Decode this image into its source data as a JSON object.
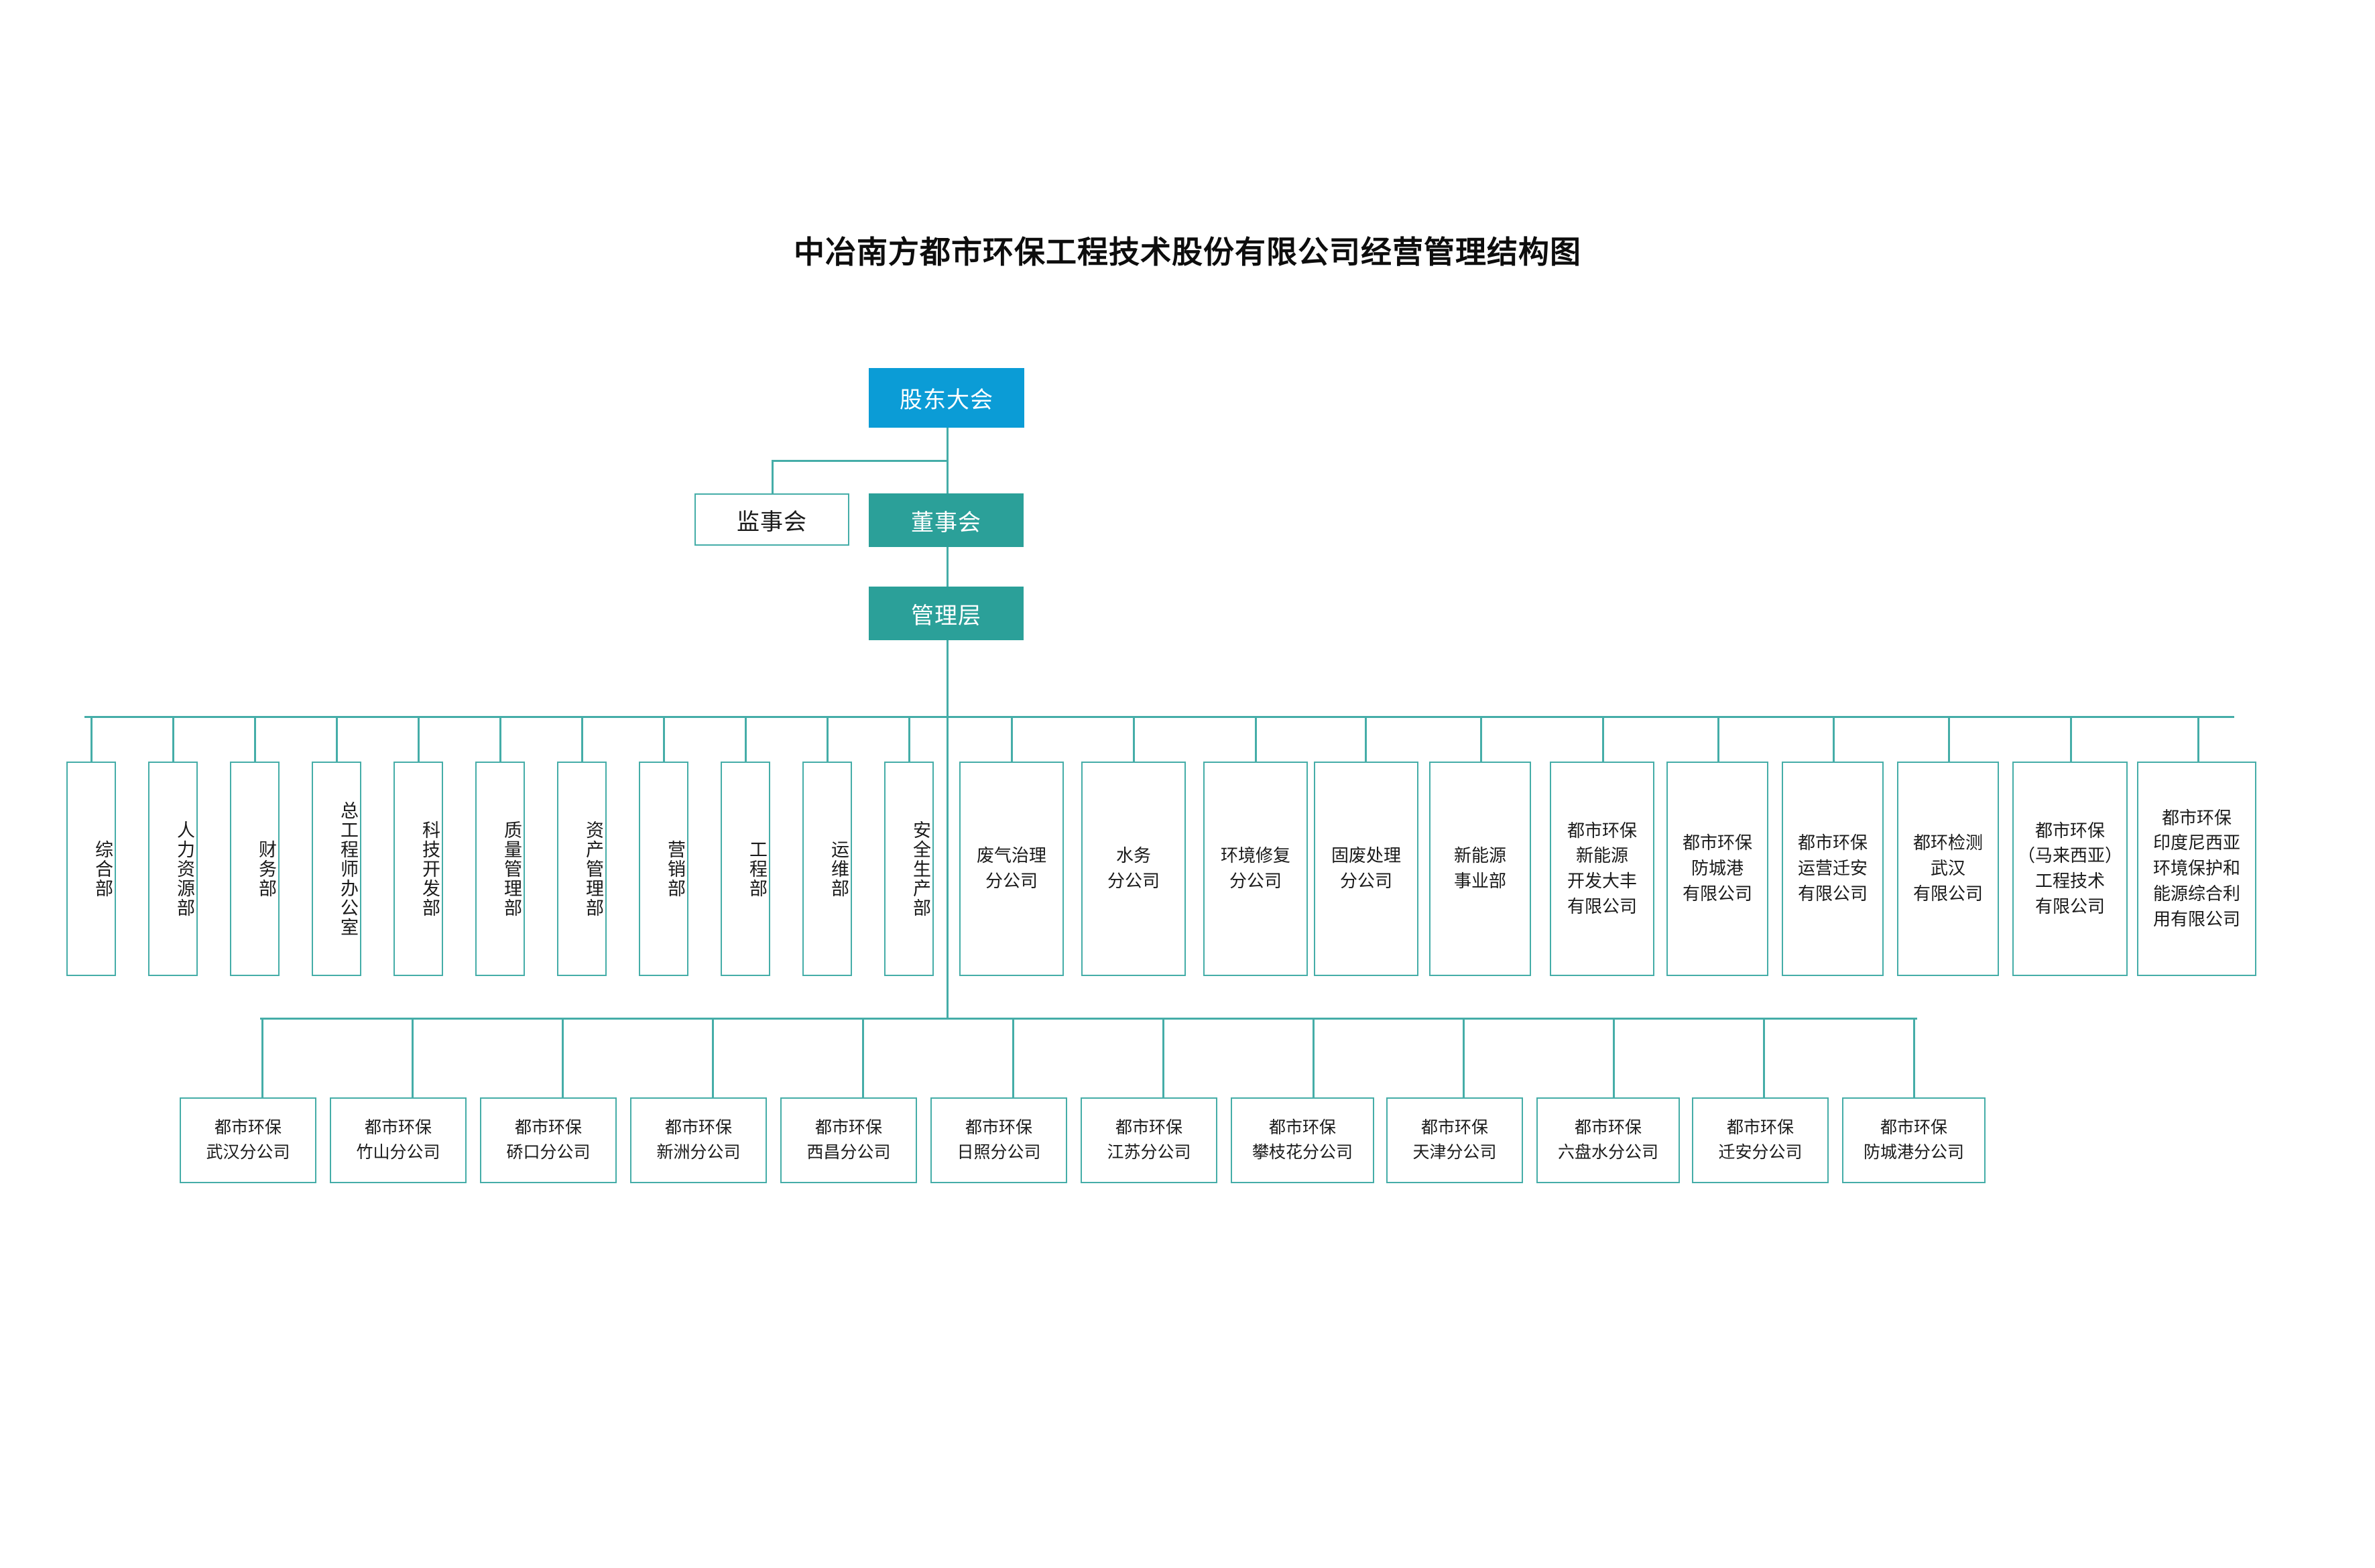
{
  "title": "中冶南方都市环保工程技术股份有限公司经营管理结构图",
  "colors": {
    "shareholders_fill": "#0B9CD6",
    "board_fill": "#2BA099",
    "line": "#45ADA8",
    "box_border": "#45ADA8",
    "text_dark": "#1a1a1a",
    "text_light": "#ffffff",
    "background": "#ffffff"
  },
  "top_level": {
    "shareholders_meeting": "股东大会",
    "supervisory_board": "监事会",
    "board_of_directors": "董事会",
    "management": "管理层"
  },
  "departments": [
    {
      "label": "综合部"
    },
    {
      "label": "人力资源部"
    },
    {
      "label": "财务部"
    },
    {
      "label": "总工程师办公室"
    },
    {
      "label": "科技开发部"
    },
    {
      "label": "质量管理部"
    },
    {
      "label": "资产管理部"
    },
    {
      "label": "营销部"
    },
    {
      "label": "工程部"
    },
    {
      "label": "运维部"
    },
    {
      "label": "安全生产部"
    }
  ],
  "branches": [
    {
      "label": "废气治理\n分公司"
    },
    {
      "label": "水务\n分公司"
    },
    {
      "label": "环境修复\n分公司"
    },
    {
      "label": "固废处理\n分公司"
    },
    {
      "label": "新能源\n事业部"
    },
    {
      "label": "都市环保\n新能源\n开发大丰\n有限公司"
    },
    {
      "label": "都市环保\n防城港\n有限公司"
    },
    {
      "label": "都市环保\n运营迁安\n有限公司"
    },
    {
      "label": "都环检测\n武汉\n有限公司"
    },
    {
      "label": "都市环保\n（马来西亚）\n工程技术\n有限公司"
    },
    {
      "label": "都市环保\n印度尼西亚\n环境保护和\n能源综合利\n用有限公司"
    }
  ],
  "sub_branches": [
    {
      "label": "都市环保\n武汉分公司"
    },
    {
      "label": "都市环保\n竹山分公司"
    },
    {
      "label": "都市环保\n硚口分公司"
    },
    {
      "label": "都市环保\n新洲分公司"
    },
    {
      "label": "都市环保\n西昌分公司"
    },
    {
      "label": "都市环保\n日照分公司"
    },
    {
      "label": "都市环保\n江苏分公司"
    },
    {
      "label": "都市环保\n攀枝花分公司"
    },
    {
      "label": "都市环保\n天津分公司"
    },
    {
      "label": "都市环保\n六盘水分公司"
    },
    {
      "label": "都市环保\n迁安分公司"
    },
    {
      "label": "都市环保\n防城港分公司"
    }
  ]
}
